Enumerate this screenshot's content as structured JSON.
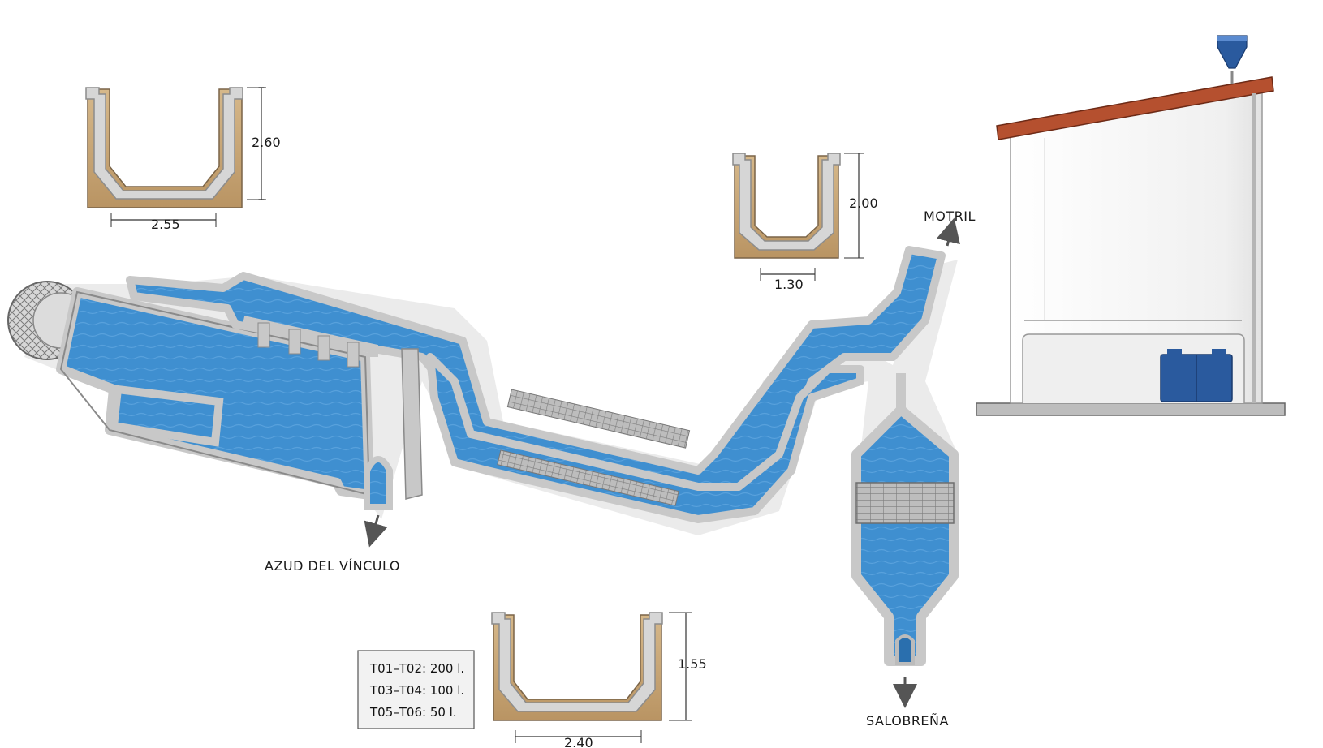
{
  "labels": {
    "motril": "MOTRIL",
    "azud": "AZUD DEL VÍNCULO",
    "salobrena": "SALOBREÑA"
  },
  "sections": {
    "s1": {
      "width": "2.55",
      "height": "2.60"
    },
    "s2": {
      "width": "1.30",
      "height": "2.00"
    },
    "s3": {
      "width": "2.40",
      "height": "1.55"
    }
  },
  "legend": [
    "T01–T02: 200 l.",
    "T03–T04: 100 l.",
    "T05–T06: 50 l."
  ],
  "colors": {
    "water": "#3f8fd0",
    "water_dark": "#2a6fae",
    "concrete": "#cfcfcf",
    "concrete_edge": "#9a9a9a",
    "soil": "#c9a779",
    "roof": "#b5502f",
    "tank": "#2a5a9e",
    "ground": "#bdbdbd"
  }
}
